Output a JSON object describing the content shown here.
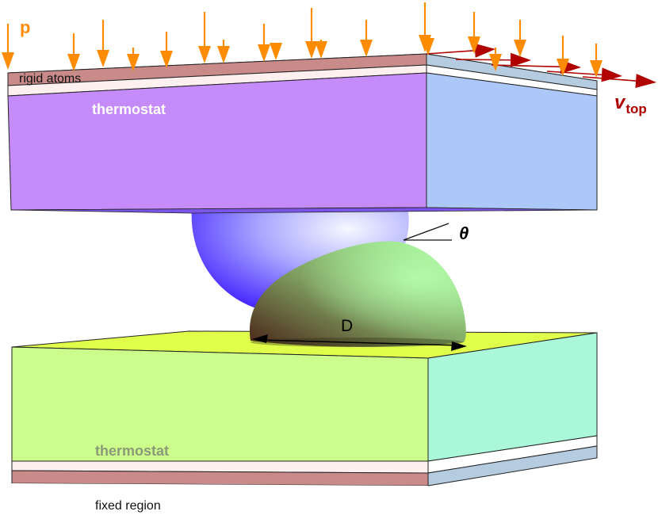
{
  "labels": {
    "pressure": "p",
    "rigid_atoms": "rigid atoms",
    "thermostat_top": "thermostat",
    "velocity": "v",
    "velocity_sub": "top",
    "contact_angle": "θ",
    "contact_diameter": "D",
    "thermostat_bottom": "thermostat",
    "fixed_region": "fixed region"
  },
  "colors": {
    "pressure_arrow": "#ff8c00",
    "velocity_arrow": "#b00000",
    "rigid_layer": "#c98a8a",
    "top_block_front": "#c58cf9",
    "top_block_side": "#acc8f8",
    "bottom_block_top": "#dfff4a",
    "bottom_block_front": "#ccfd8c",
    "bottom_block_side": "#aaf7da",
    "fixed_layer": "#c98a8a",
    "thermostat_bottom_text": "#8a9a78"
  },
  "icons": {
    "pressure": "down-arrow-icon",
    "velocity": "right-arrow-icon"
  }
}
